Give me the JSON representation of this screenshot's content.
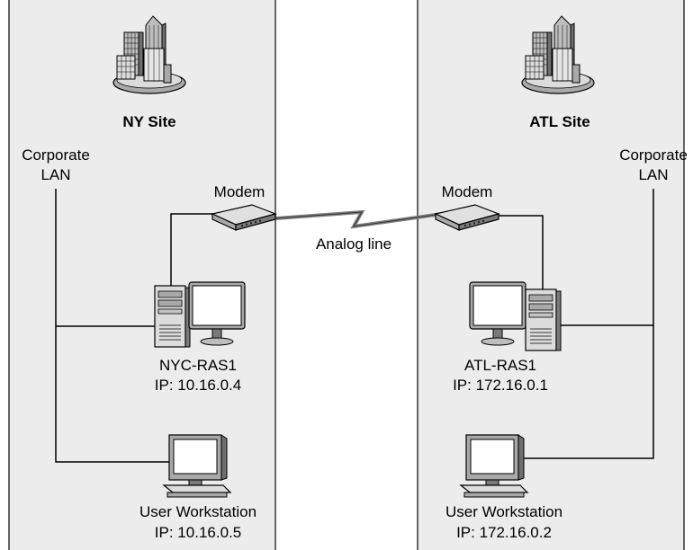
{
  "colors": {
    "panel_fill": "#ececec",
    "panel_stroke": "#333333",
    "line": "#000000",
    "device_light": "#dcdcdc",
    "device_mid": "#a9a9a9",
    "device_dark": "#5a5a5a",
    "screen": "#ffffff"
  },
  "sites": {
    "left": {
      "title": "NY Site",
      "lan_label_line1": "Corporate",
      "lan_label_line2": "LAN",
      "modem_label": "Modem",
      "server_name": "NYC-RAS1",
      "server_ip": "IP: 10.16.0.4",
      "workstation_name": "User Workstation",
      "workstation_ip": "IP: 10.16.0.5"
    },
    "right": {
      "title": "ATL Site",
      "lan_label_line1": "Corporate",
      "lan_label_line2": "LAN",
      "modem_label": "Modem",
      "server_name": "ATL-RAS1",
      "server_ip": "IP: 172.16.0.1",
      "workstation_name": "User Workstation",
      "workstation_ip": "IP: 172.16.0.2"
    }
  },
  "link": {
    "label": "Analog line"
  },
  "icons": {
    "building": "city-buildings-icon",
    "modem": "modem-icon",
    "server": "server-tower-icon",
    "monitor": "monitor-icon",
    "workstation": "workstation-computer-icon"
  }
}
